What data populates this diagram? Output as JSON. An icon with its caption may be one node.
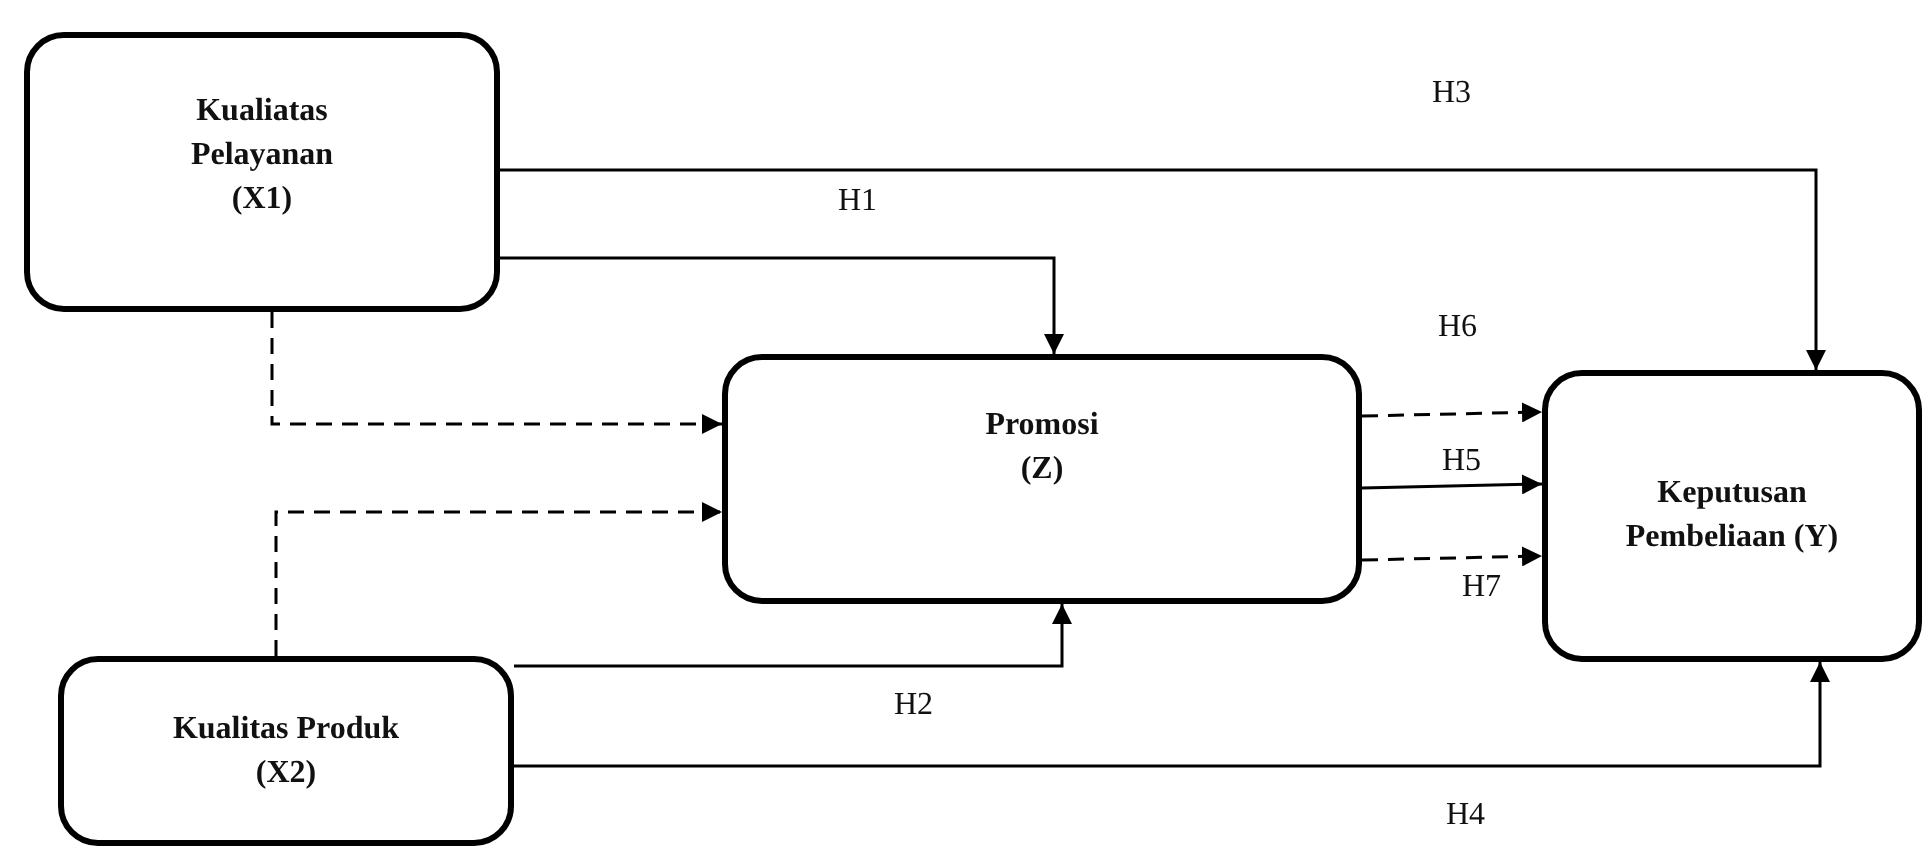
{
  "diagram": {
    "nodes": [
      {
        "text": [
          "Kualiatas Pelayanan (X1)"
        ]
      },
      {
        "text": [
          "Promosi (Z)"
        ]
      },
      {
        "text": [
          "Keputusan Pembeliaan (Y)"
        ]
      },
      {
        "text": [
          "Kualitas Produk (X2)"
        ]
      }
    ],
    "edges": [
      {
        "from": 0,
        "to": 2,
        "arrow": "to",
        "label": "H3"
      },
      {
        "from": 0,
        "to": 1,
        "arrow": "to",
        "label": "H1"
      },
      {
        "from": 0,
        "to": 1,
        "arrow": "to",
        "style": "dashed"
      },
      {
        "from": 3,
        "to": 1,
        "arrow": "to",
        "style": "dashed"
      },
      {
        "from": 3,
        "to": 1,
        "arrow": "to",
        "label": "H2"
      },
      {
        "from": 3,
        "to": 2,
        "arrow": "to",
        "label": "H4"
      },
      {
        "from": 1,
        "to": 2,
        "arrow": "to",
        "label": "H6",
        "style": "dashed"
      },
      {
        "from": 1,
        "to": 2,
        "arrow": "to",
        "label": "H5"
      },
      {
        "from": 1,
        "to": 2,
        "arrow": "to",
        "label": "H7",
        "style": "dashed"
      }
    ]
  }
}
